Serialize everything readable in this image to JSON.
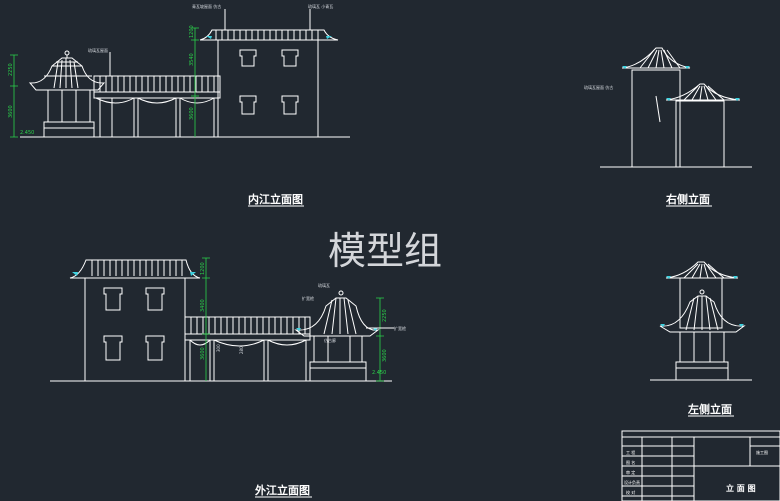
{
  "watermark": "模型组",
  "views": {
    "inner": {
      "title": "内江立面图",
      "callouts": [
        "琉璃瓦屋面",
        "青瓦坡屋面 仿古",
        "琉璃瓦 小青瓦"
      ],
      "dims": [
        "2250",
        "3600",
        "2.450",
        "3540",
        "1200",
        "3600"
      ]
    },
    "right": {
      "title": "右侧立面",
      "callouts": [
        "琉璃瓦屋面 仿古"
      ]
    },
    "outer": {
      "title": "外江立面图",
      "callouts": [
        "琉璃瓦",
        "扩宽檐",
        "仿古廊",
        "扩宽檐"
      ],
      "dims": [
        "1200",
        "3400",
        "3600",
        "300",
        "280",
        "2250",
        "3600",
        "2.450"
      ]
    },
    "left": {
      "title": "左侧立面"
    }
  },
  "title_block": {
    "drawing_title": "立 面 图",
    "sheet_no": "施工图",
    "rows": [
      "工 程",
      "图 名",
      "审 定",
      "设计负责",
      "校 对"
    ]
  }
}
